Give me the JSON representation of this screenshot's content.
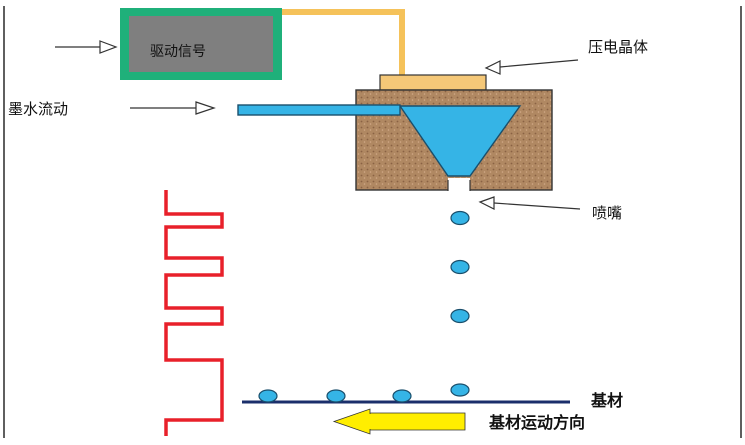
{
  "labels": {
    "drive_signal": "驱动信号",
    "piezo_crystal": "压电晶体",
    "ink_flow": "墨水流动",
    "nozzle": "喷嘴",
    "substrate": "基材",
    "substrate_direction": "基材运动方向"
  },
  "colors": {
    "signal_box_border": "#1fb07a",
    "signal_box_fill": "#7f7f7f",
    "wire": "#f5c25a",
    "piezo": "#f5c878",
    "housing": "#b08862",
    "ink": "#35b4e6",
    "pulse": "#e8202a",
    "substrate_line": "#1b2f6b",
    "arrow_yellow": "#ffee00",
    "arrow_outline": "#333333"
  },
  "icons": {
    "pointer": "open-triangle-arrow"
  }
}
